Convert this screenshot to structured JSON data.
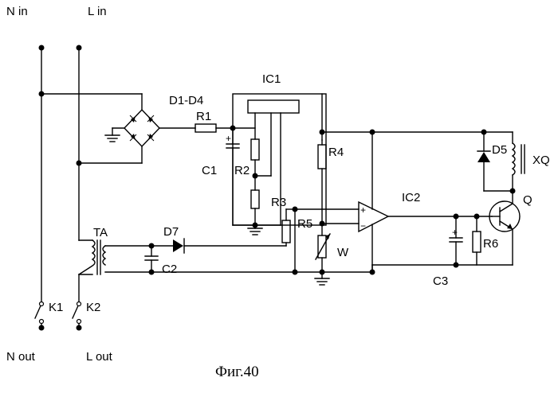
{
  "labels": {
    "n_in": "N in",
    "l_in": "L in",
    "n_out": "N out",
    "l_out": "L out",
    "d1_d4": "D1-D4",
    "r1": "R1",
    "ic1": "IC1",
    "c1": "C1",
    "r2": "R2",
    "r3": "R3",
    "r4": "R4",
    "r5": "R5",
    "w": "W",
    "ic2": "IC2",
    "d5": "D5",
    "xq": "XQ",
    "q": "Q",
    "r6": "R6",
    "c3": "C3",
    "ta": "TA",
    "d7": "D7",
    "c2": "C2",
    "k1": "K1",
    "k2": "K2",
    "plus": "+",
    "minus": "−"
  },
  "caption": "Фиг.40"
}
